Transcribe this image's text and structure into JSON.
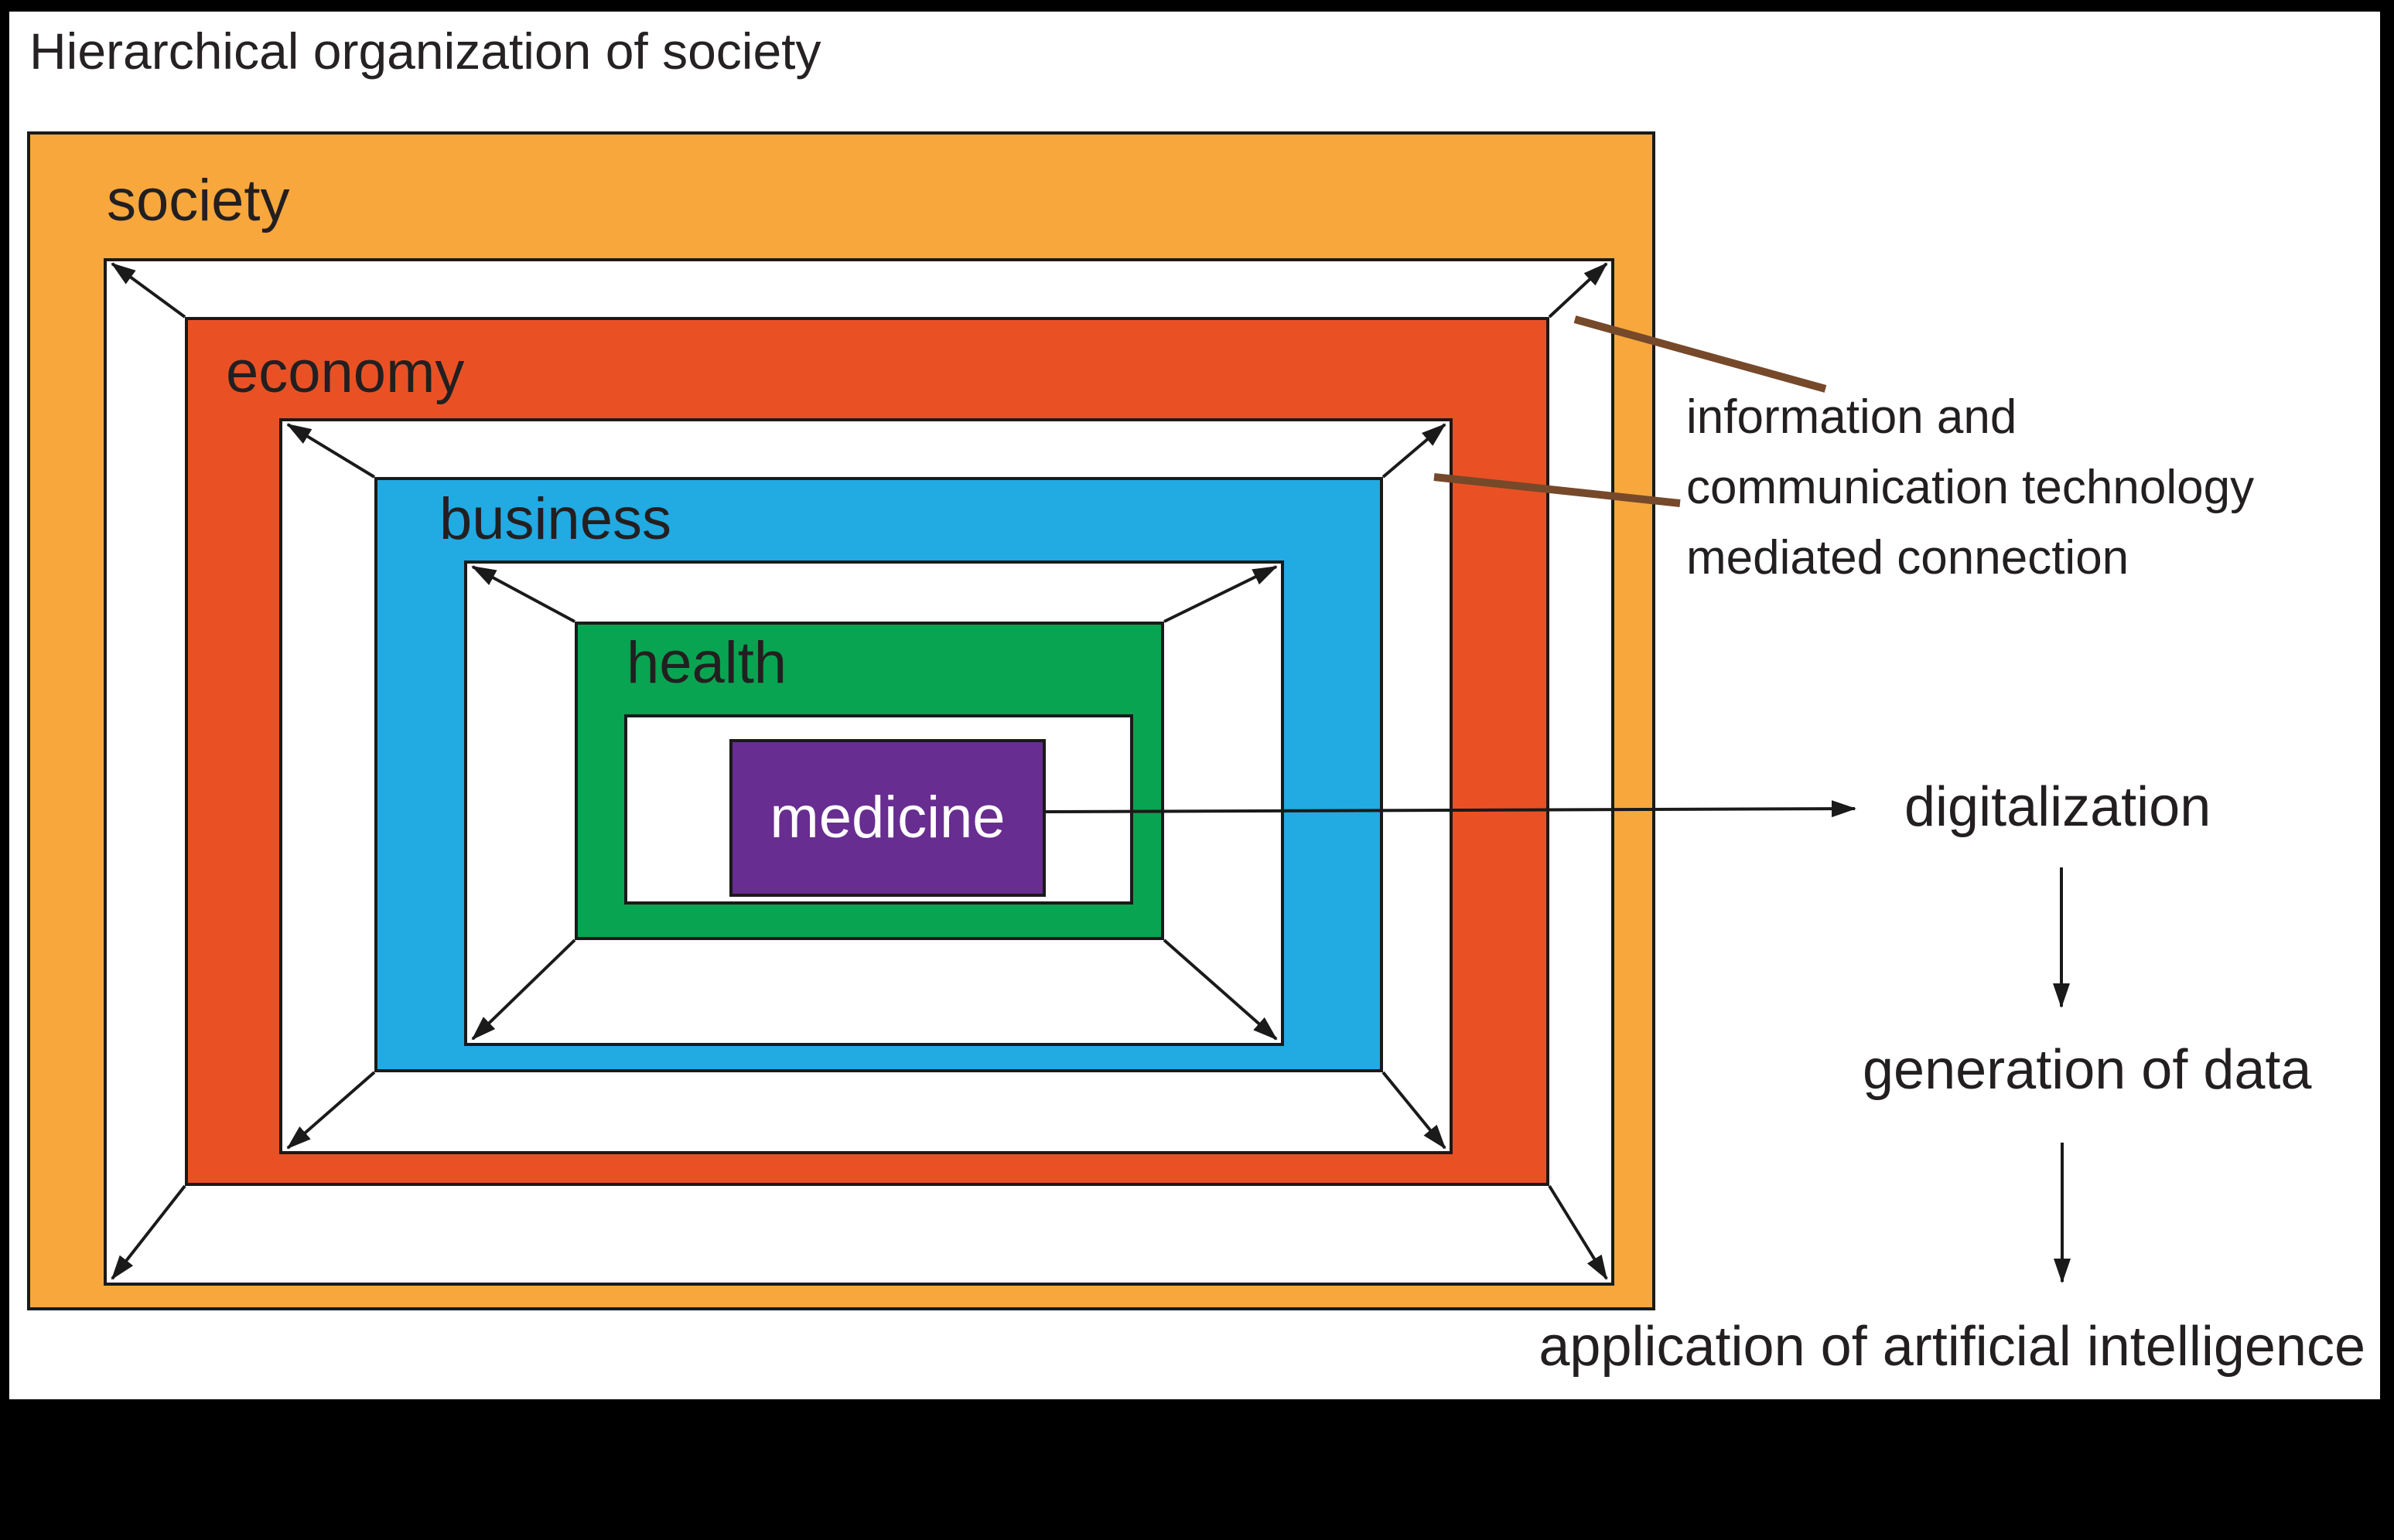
{
  "title": "Hierarchical organization of society",
  "rings": [
    {
      "id": "society",
      "label": "society"
    },
    {
      "id": "economy",
      "label": "economy"
    },
    {
      "id": "business",
      "label": "business"
    },
    {
      "id": "health",
      "label": "health"
    },
    {
      "id": "medicine",
      "label": "medicine"
    }
  ],
  "annotation": {
    "lines": [
      "information and",
      "communication technology",
      "mediated connection"
    ]
  },
  "flow": {
    "digitalization": "digitalization",
    "generation": "generation of data",
    "application": "application of artificial intelligence"
  },
  "colors": {
    "society": "#F7A73C",
    "economy": "#E95125",
    "business": "#22AAE2",
    "health": "#09A451",
    "medicine": "#682D90",
    "leader": "#76492A",
    "text": "#231F20"
  }
}
